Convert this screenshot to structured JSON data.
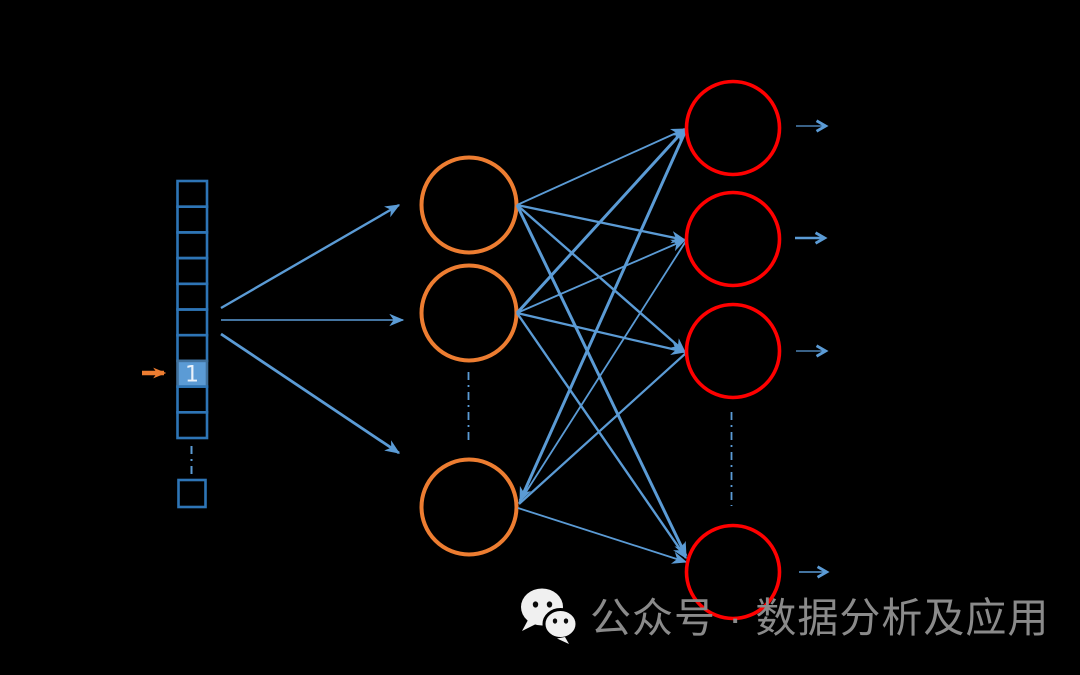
{
  "diagram": {
    "type": "neural-network-one-hot",
    "input_vector": {
      "cell_count": 10,
      "active_index": 7,
      "active_value": "1",
      "has_ellipsis_continuation": true,
      "extra_cell_after_ellipsis": 1
    },
    "hidden_layer": {
      "visible_nodes": 3,
      "ellipsis_between_nodes": "2-3"
    },
    "output_layer": {
      "visible_nodes": 4,
      "ellipsis_between_nodes": "3-4",
      "output_arrows": 4
    },
    "connections": {
      "input_to_hidden_arrows": 3,
      "hidden_to_output_lines": 12,
      "fully_connected": true
    },
    "colors": {
      "bg": "#000000",
      "line_blue": "#5B9BD5",
      "grid_blue": "#2E75B6",
      "cell_fill": "#5B9BD5",
      "cell_border": "#41719C",
      "hidden_orange": "#ED7D31",
      "output_red": "#FF0000",
      "watermark_gray": "#8A8A8A"
    }
  },
  "watermark": {
    "icon": "wechat-logo",
    "text": "公众号 · 数据分析及应用"
  }
}
